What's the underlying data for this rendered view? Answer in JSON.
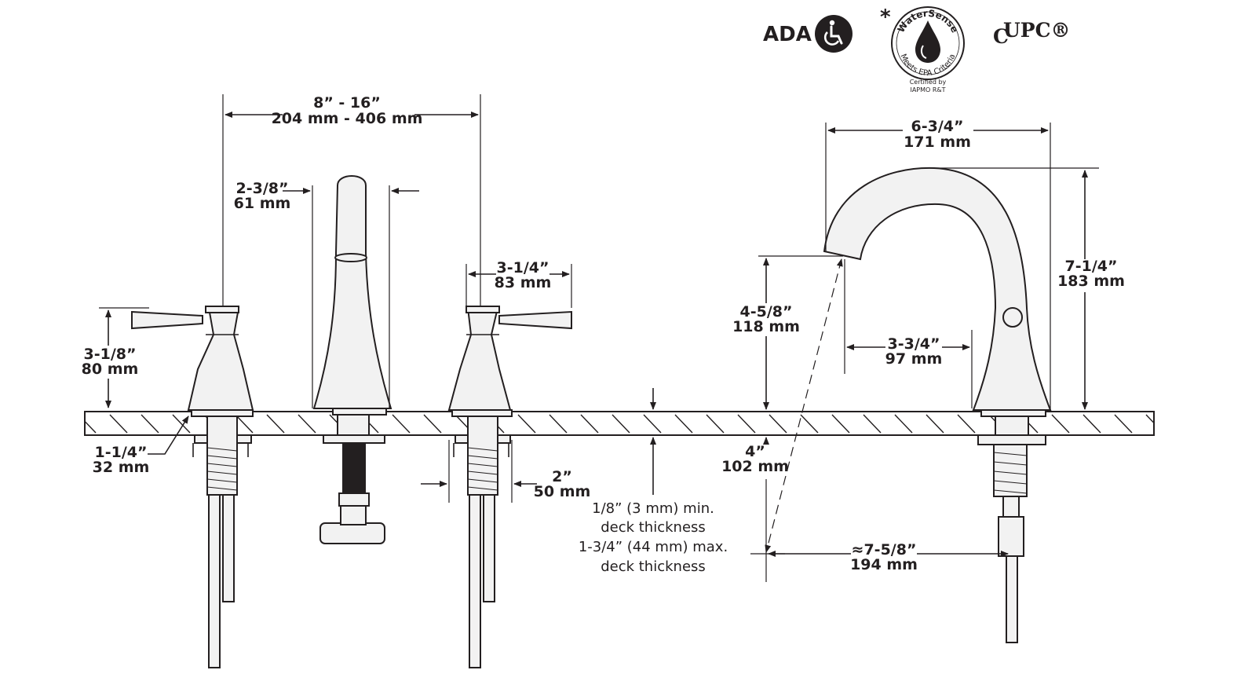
{
  "certifications": {
    "ada_label": "ADA",
    "ada_icon": "wheelchair-icon",
    "watersense_top": "WaterSense",
    "watersense_bottom": "Meets EPA Criteria",
    "watersense_asterisk": "*",
    "watersense_certified": "Certified by",
    "watersense_iapmo": "IAPMO R&T",
    "upc_prefix": "C",
    "upc_label": "UPC®"
  },
  "dimensions": {
    "spread_in": "8” - 16”",
    "spread_mm": "204 mm - 406 mm",
    "spout_width_in": "2-3/8”",
    "spout_width_mm": "61 mm",
    "handle_width_in": "3-1/4”",
    "handle_width_mm": "83 mm",
    "handle_height_in": "3-1/8”",
    "handle_height_mm": "80 mm",
    "shank_in": "1-1/4”",
    "shank_mm": "32 mm",
    "base_in": "2”",
    "base_mm": "50 mm",
    "reach_in": "6-3/4”",
    "reach_mm": "171 mm",
    "spout_height_in": "7-1/4”",
    "spout_height_mm": "183 mm",
    "outlet_height_in": "4-5/8”",
    "outlet_height_mm": "118 mm",
    "outlet_reach_in": "3-3/4”",
    "outlet_reach_mm": "97 mm",
    "under_deck_in": "4”",
    "under_deck_mm": "102 mm",
    "diag_in": "≈7-5/8”",
    "diag_mm": "194 mm"
  },
  "deck_note": {
    "line1": "1/8” (3 mm) min.",
    "line2": "deck thickness",
    "line3": "1-3/4” (44 mm) max.",
    "line4": "deck thickness"
  }
}
